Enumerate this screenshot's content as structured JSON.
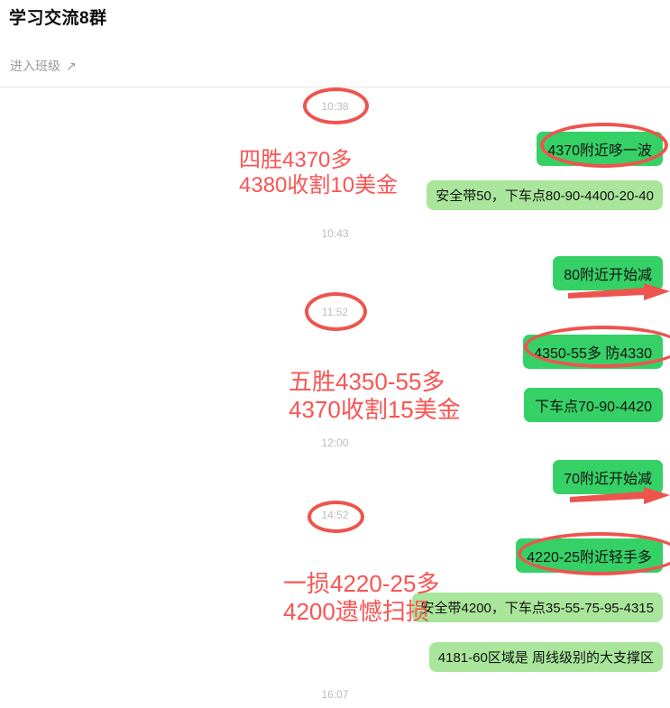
{
  "header": {
    "group_title": "学习交流8群",
    "enter_class_label": "进入班级",
    "enter_class_arrow": "↗"
  },
  "colors": {
    "bubble_bright_green": "#35d166",
    "bubble_light_green": "#a9e69b",
    "annotation_red": "#ee544e",
    "note_red": "#fa5452",
    "timestamp_gray": "#bcbcbc"
  },
  "chat": {
    "timestamps": [
      {
        "label": "10:38",
        "circled": true
      },
      {
        "label": "10:43",
        "circled": false
      },
      {
        "label": "11:52",
        "circled": true
      },
      {
        "label": "12:00",
        "circled": false
      },
      {
        "label": "14:52",
        "circled": true
      },
      {
        "label": "16:07",
        "circled": false
      }
    ],
    "bubbles": [
      {
        "text": "4370附近哆一波",
        "style": "bright",
        "circled": true
      },
      {
        "text": "安全带50，下车点80-90-4400-20-40",
        "style": "light",
        "circled": false
      },
      {
        "text": "80附近开始减",
        "style": "bright",
        "circled": false,
        "arrow": true
      },
      {
        "text": "4350-55多 防4330",
        "style": "bright",
        "circled": true
      },
      {
        "text": "下车点70-90-4420",
        "style": "bright",
        "circled": false
      },
      {
        "text": "70附近开始减",
        "style": "bright",
        "circled": false,
        "arrow": true
      },
      {
        "text": "4220-25附近轻手多",
        "style": "bright",
        "circled": true
      },
      {
        "text": "安全带4200，下车点35-55-75-95-4315",
        "style": "light",
        "circled": false
      },
      {
        "text": "4181-60区域是 周线级别的大支撑区",
        "style": "light",
        "circled": false
      }
    ],
    "red_notes": [
      {
        "lines": [
          "四胜4370多",
          "4380收割10美金"
        ]
      },
      {
        "lines": [
          "五胜4350-55多",
          "4370收割15美金"
        ]
      },
      {
        "lines": [
          "一损4220-25多",
          "4200遗憾扫损"
        ]
      }
    ]
  }
}
